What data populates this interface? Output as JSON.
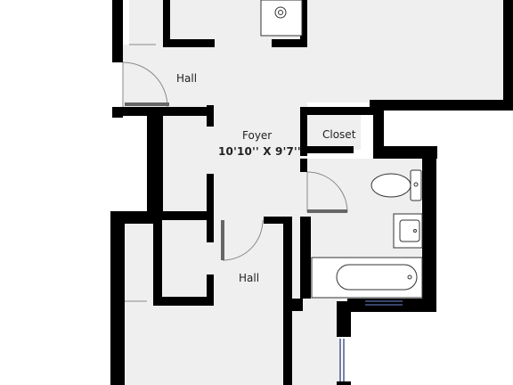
{
  "rooms": {
    "hall_upper": {
      "label": "Hall"
    },
    "foyer": {
      "label": "Foyer",
      "dimensions": "10'10'' X 9'7''"
    },
    "closet": {
      "label": "Closet"
    },
    "hall_lower": {
      "label": "Hall"
    }
  },
  "colors": {
    "wall": "#000000",
    "floor": "#efefef",
    "background": "#ffffff",
    "fixture_line": "#333333",
    "door_swing": "#8a8a8a",
    "window": "#4a5a8a"
  },
  "fixtures": [
    "stove",
    "toilet",
    "sink",
    "bathtub"
  ]
}
